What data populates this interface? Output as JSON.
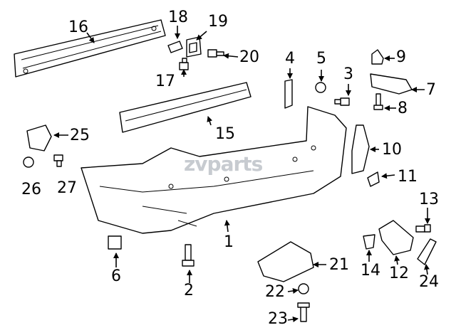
{
  "watermark": "zvparts",
  "callouts": [
    "1",
    "2",
    "3",
    "4",
    "5",
    "6",
    "7",
    "8",
    "9",
    "10",
    "11",
    "12",
    "13",
    "14",
    "15",
    "16",
    "17",
    "18",
    "19",
    "20",
    "21",
    "22",
    "23",
    "24",
    "25",
    "26",
    "27"
  ],
  "colors": {
    "line": "#000000",
    "background": "#ffffff",
    "watermark": "#c7cbd0"
  }
}
